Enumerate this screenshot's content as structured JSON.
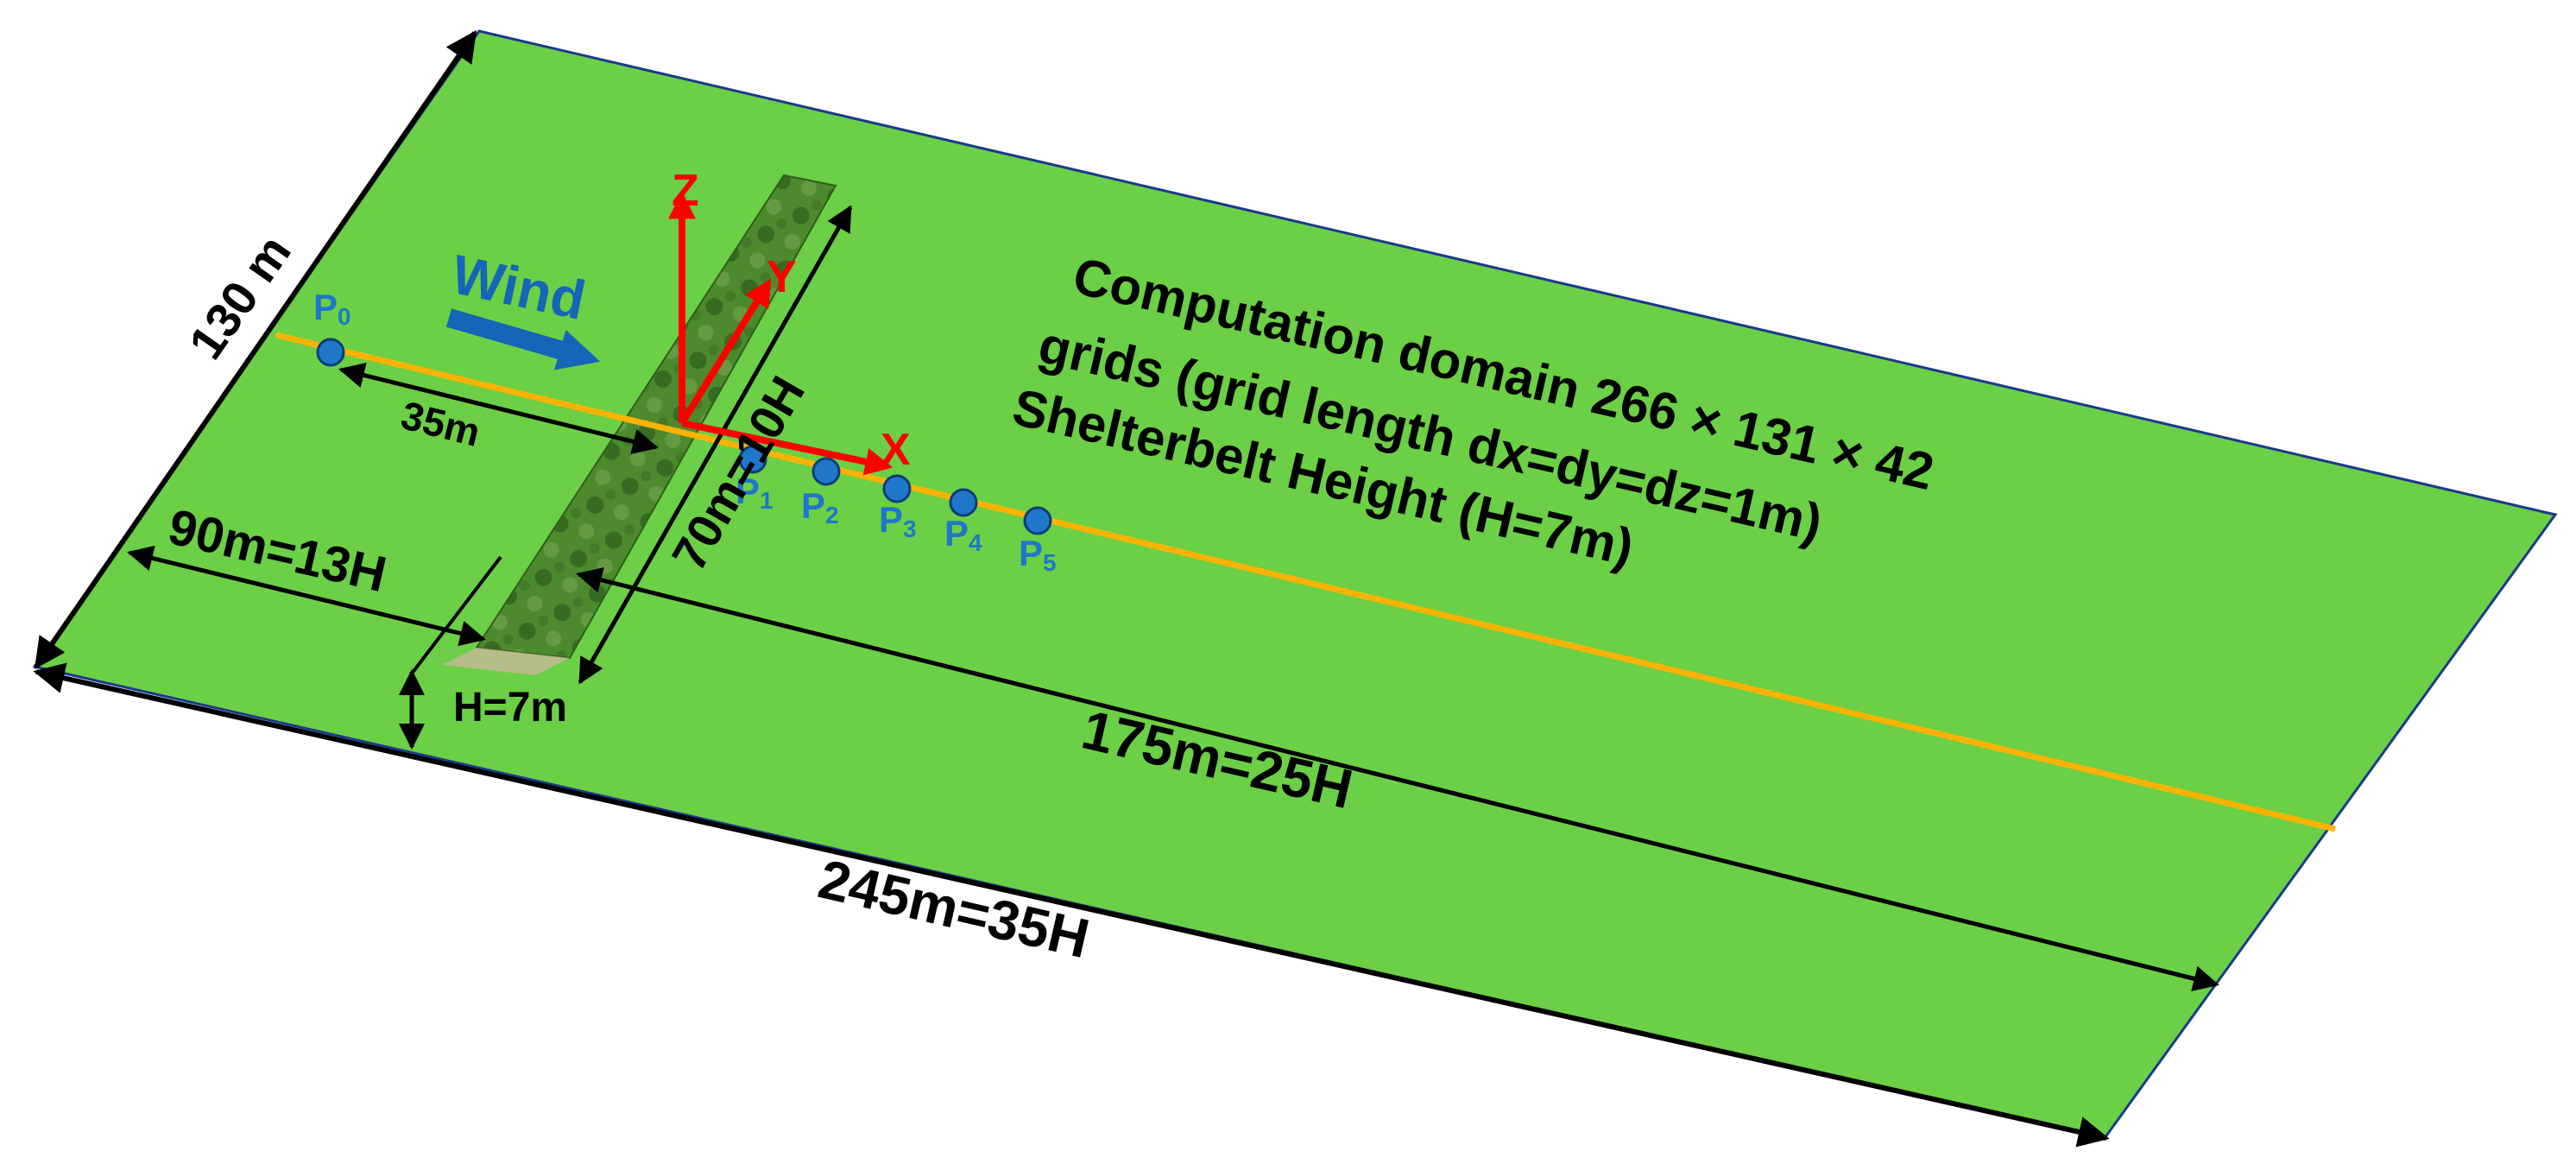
{
  "domain_text": {
    "line1": "Computation domain 266 × 131 × 42",
    "line2": "grids (grid length dx=dy=dz=1m)",
    "line3": "Shelterbelt Height (H=7m)"
  },
  "wind_label": "Wind",
  "axes": {
    "x": "X",
    "y": "Y",
    "z": "Z"
  },
  "dimensions": {
    "width": "130 m",
    "upwind_point": "35m",
    "upwind_extent": "90m=13H",
    "belt_length": "70m=10H",
    "belt_height": "H=7m",
    "downwind_extent": "175m=25H",
    "total_length": "245m=35H"
  },
  "points": [
    {
      "main": "P",
      "sub": "0"
    },
    {
      "main": "P",
      "sub": "1"
    },
    {
      "main": "P",
      "sub": "2"
    },
    {
      "main": "P",
      "sub": "3"
    },
    {
      "main": "P",
      "sub": "4"
    },
    {
      "main": "P",
      "sub": "5"
    }
  ],
  "colors": {
    "ground": "#6bd045",
    "measurement_line": "#ffb300",
    "point": "#1f77c9",
    "wind_arrow": "#1565b8",
    "axes": "#ff0000",
    "belt": "#4d8a2e"
  }
}
